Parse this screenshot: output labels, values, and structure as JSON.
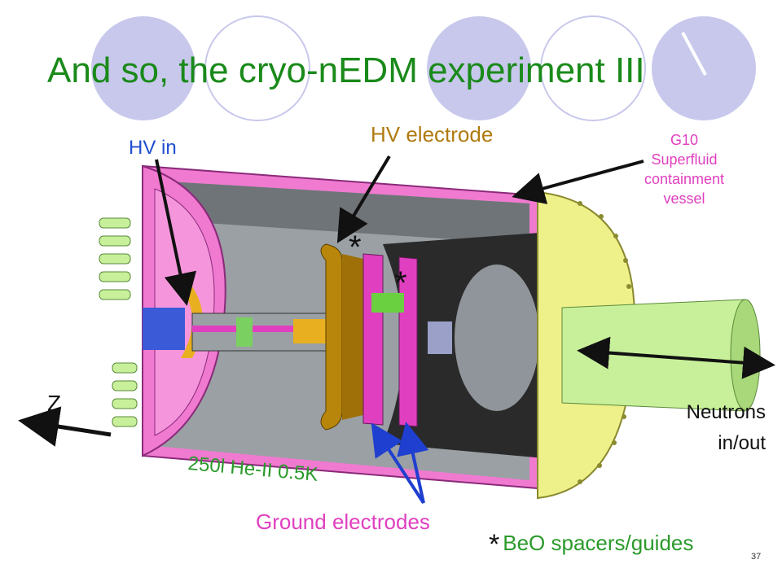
{
  "slide": {
    "title": "And so, the cryo-nEDM experiment III",
    "page_number": "37"
  },
  "labels": {
    "hv_in": "HV in",
    "hv_electrode": "HV electrode",
    "g10_vessel": "G10 Superfluid containment vessel",
    "neutrons": "Neutrons in/out",
    "z_axis": "Z",
    "helium": "250l He-II 0.5K",
    "ground_electrodes": "Ground electrodes",
    "spacer_marker": "*",
    "beo_spacers": "BeO spacers/guides"
  },
  "colors": {
    "title": "#1a8a1a",
    "hv_in": "#1f4fd0",
    "hv_electrode": "#b07a10",
    "g10_vessel": "#e040c0",
    "helium": "#2a9a2a",
    "ground_electrodes": "#e040c0",
    "beo": "#2a9a2a",
    "vessel_pink": "#f07ad0",
    "flange_yellow": "#eef08a",
    "interior_grey": "#9aa0a4",
    "neutron_guide_green": "#c8f09a",
    "decor_circle": "#c8c8ec"
  },
  "icons": {
    "decor": "decorative-circles",
    "apparatus": "cryostat-cutaway-drawing",
    "pointer": "arrow"
  }
}
